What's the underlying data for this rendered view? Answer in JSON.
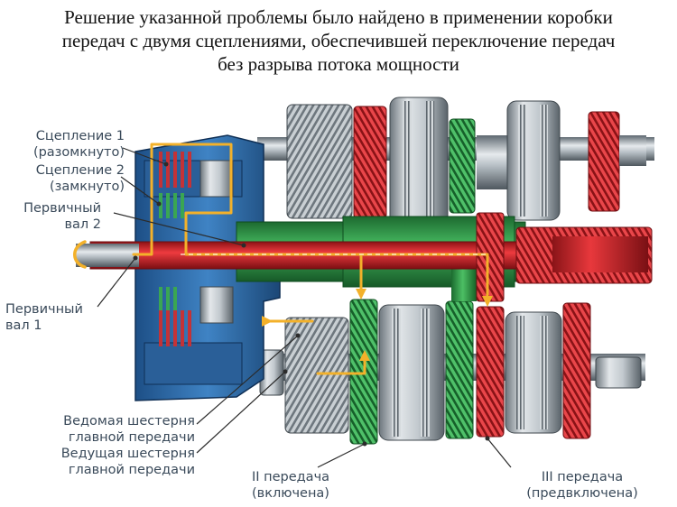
{
  "title": {
    "line1": "Решение указанной проблемы было найдено в применении коробки",
    "line2": "передач с двумя сцеплениями, обеспечившей переключение передач",
    "line3": "без разрыва потока мощности"
  },
  "labels": {
    "clutch1_a": "Сцепление 1",
    "clutch1_b": "(разомкнуто)",
    "clutch2_a": "Сцепление 2",
    "clutch2_b": "(замкнуто)",
    "shaft2_a": "Первичный",
    "shaft2_b": "вал 2",
    "shaft1_a": "Первичный",
    "shaft1_b": "вал 1",
    "driven_a": "Ведомая шестерня",
    "driven_b": "главной передачи",
    "driving_a": "Ведущая шестерня",
    "driving_b": "главной передачи",
    "gear2_a": "II передача",
    "gear2_b": "(включена)",
    "gear3_a": "III передача",
    "gear3_b": "(предвключена)"
  },
  "colors": {
    "label_text": "#3a4a5a",
    "clutch_housing": "#2e6aa8",
    "shaft_red": "#d8262b",
    "shaft_green": "#2e9a4a",
    "flow_arrow": "#f3b12a",
    "gear_gray": "#9aa4ac"
  }
}
